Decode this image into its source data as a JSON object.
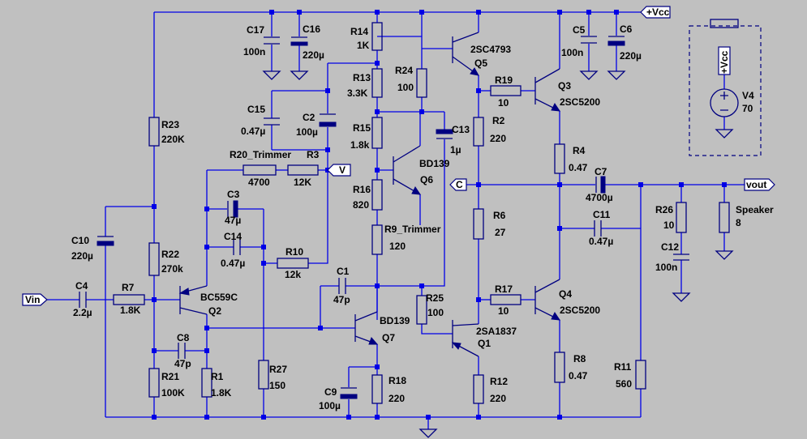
{
  "labels": {
    "C17": [
      "C17",
      "100n"
    ],
    "C16": [
      "C16",
      "220µ"
    ],
    "R14": [
      "R14",
      "1K"
    ],
    "R13": [
      "R13",
      "3.3K"
    ],
    "R24": [
      "R24",
      "100"
    ],
    "Q5": [
      "2SC4793",
      "Q5"
    ],
    "R19": [
      "R19",
      "10"
    ],
    "Q3": [
      "Q3",
      "2SC5200"
    ],
    "C5": [
      "C5",
      "100n"
    ],
    "C6": [
      "C6",
      "220µ"
    ],
    "V4": [
      "V4",
      "70"
    ],
    "C15": [
      "C15",
      "0.47µ"
    ],
    "C2": [
      "C2",
      "100µ"
    ],
    "R15": [
      "R15",
      "1.8k"
    ],
    "C13": [
      "C13",
      "1µ"
    ],
    "R2": [
      "R2",
      "220"
    ],
    "R23": [
      "R23",
      "220K"
    ],
    "R20": [
      "R20_Trimmer",
      "4700"
    ],
    "R3": [
      "R3",
      "12K"
    ],
    "Q6": [
      "BD139",
      "Q6"
    ],
    "R4": [
      "R4",
      "0.47"
    ],
    "C7": [
      "C7",
      "4700µ"
    ],
    "C3": [
      "C3",
      "47µ"
    ],
    "R16": [
      "R16",
      "820"
    ],
    "R26": [
      "R26",
      "10"
    ],
    "Speaker": [
      "Speaker",
      "8"
    ],
    "R6": [
      "R6",
      "27"
    ],
    "C11": [
      "C11",
      "0.47µ"
    ],
    "C14": [
      "C14",
      "0.47µ"
    ],
    "C10": [
      "C10",
      "220µ"
    ],
    "R22": [
      "R22",
      "270k"
    ],
    "R9": [
      "R9_Trimmer",
      "120"
    ],
    "C12": [
      "C12",
      "100n"
    ],
    "R10": [
      "R10",
      "12k"
    ],
    "C1": [
      "C1",
      "47p"
    ],
    "C4": [
      "C4",
      "2.2µ"
    ],
    "R7": [
      "R7",
      "1.8K"
    ],
    "Q2": [
      "BC559C",
      "Q2"
    ],
    "R17": [
      "R17",
      "10"
    ],
    "Q4": [
      "Q4",
      "2SC5200"
    ],
    "R25": [
      "R25",
      "100"
    ],
    "Q7": [
      "BD139",
      "Q7"
    ],
    "Q1": [
      "2SA1837",
      "Q1"
    ],
    "C8": [
      "C8",
      "47p"
    ],
    "R21": [
      "R21",
      "100K"
    ],
    "R1": [
      "R1",
      "1.8K"
    ],
    "R27": [
      "R27",
      "150"
    ],
    "R8": [
      "R8",
      "0.47"
    ],
    "R11": [
      "R11",
      "560"
    ],
    "C9": [
      "C9",
      "100µ"
    ],
    "R18": [
      "R18",
      "220"
    ],
    "R12": [
      "R12",
      "220"
    ]
  },
  "ports": {
    "vcc": "+Vcc",
    "vcc_src": "+Vcc",
    "v": "V",
    "c": "C",
    "vin": "Vin",
    "vout": "vout"
  },
  "colors": {
    "wire": "#0000e6",
    "component": "#000080",
    "background": "#c0c0c0"
  }
}
